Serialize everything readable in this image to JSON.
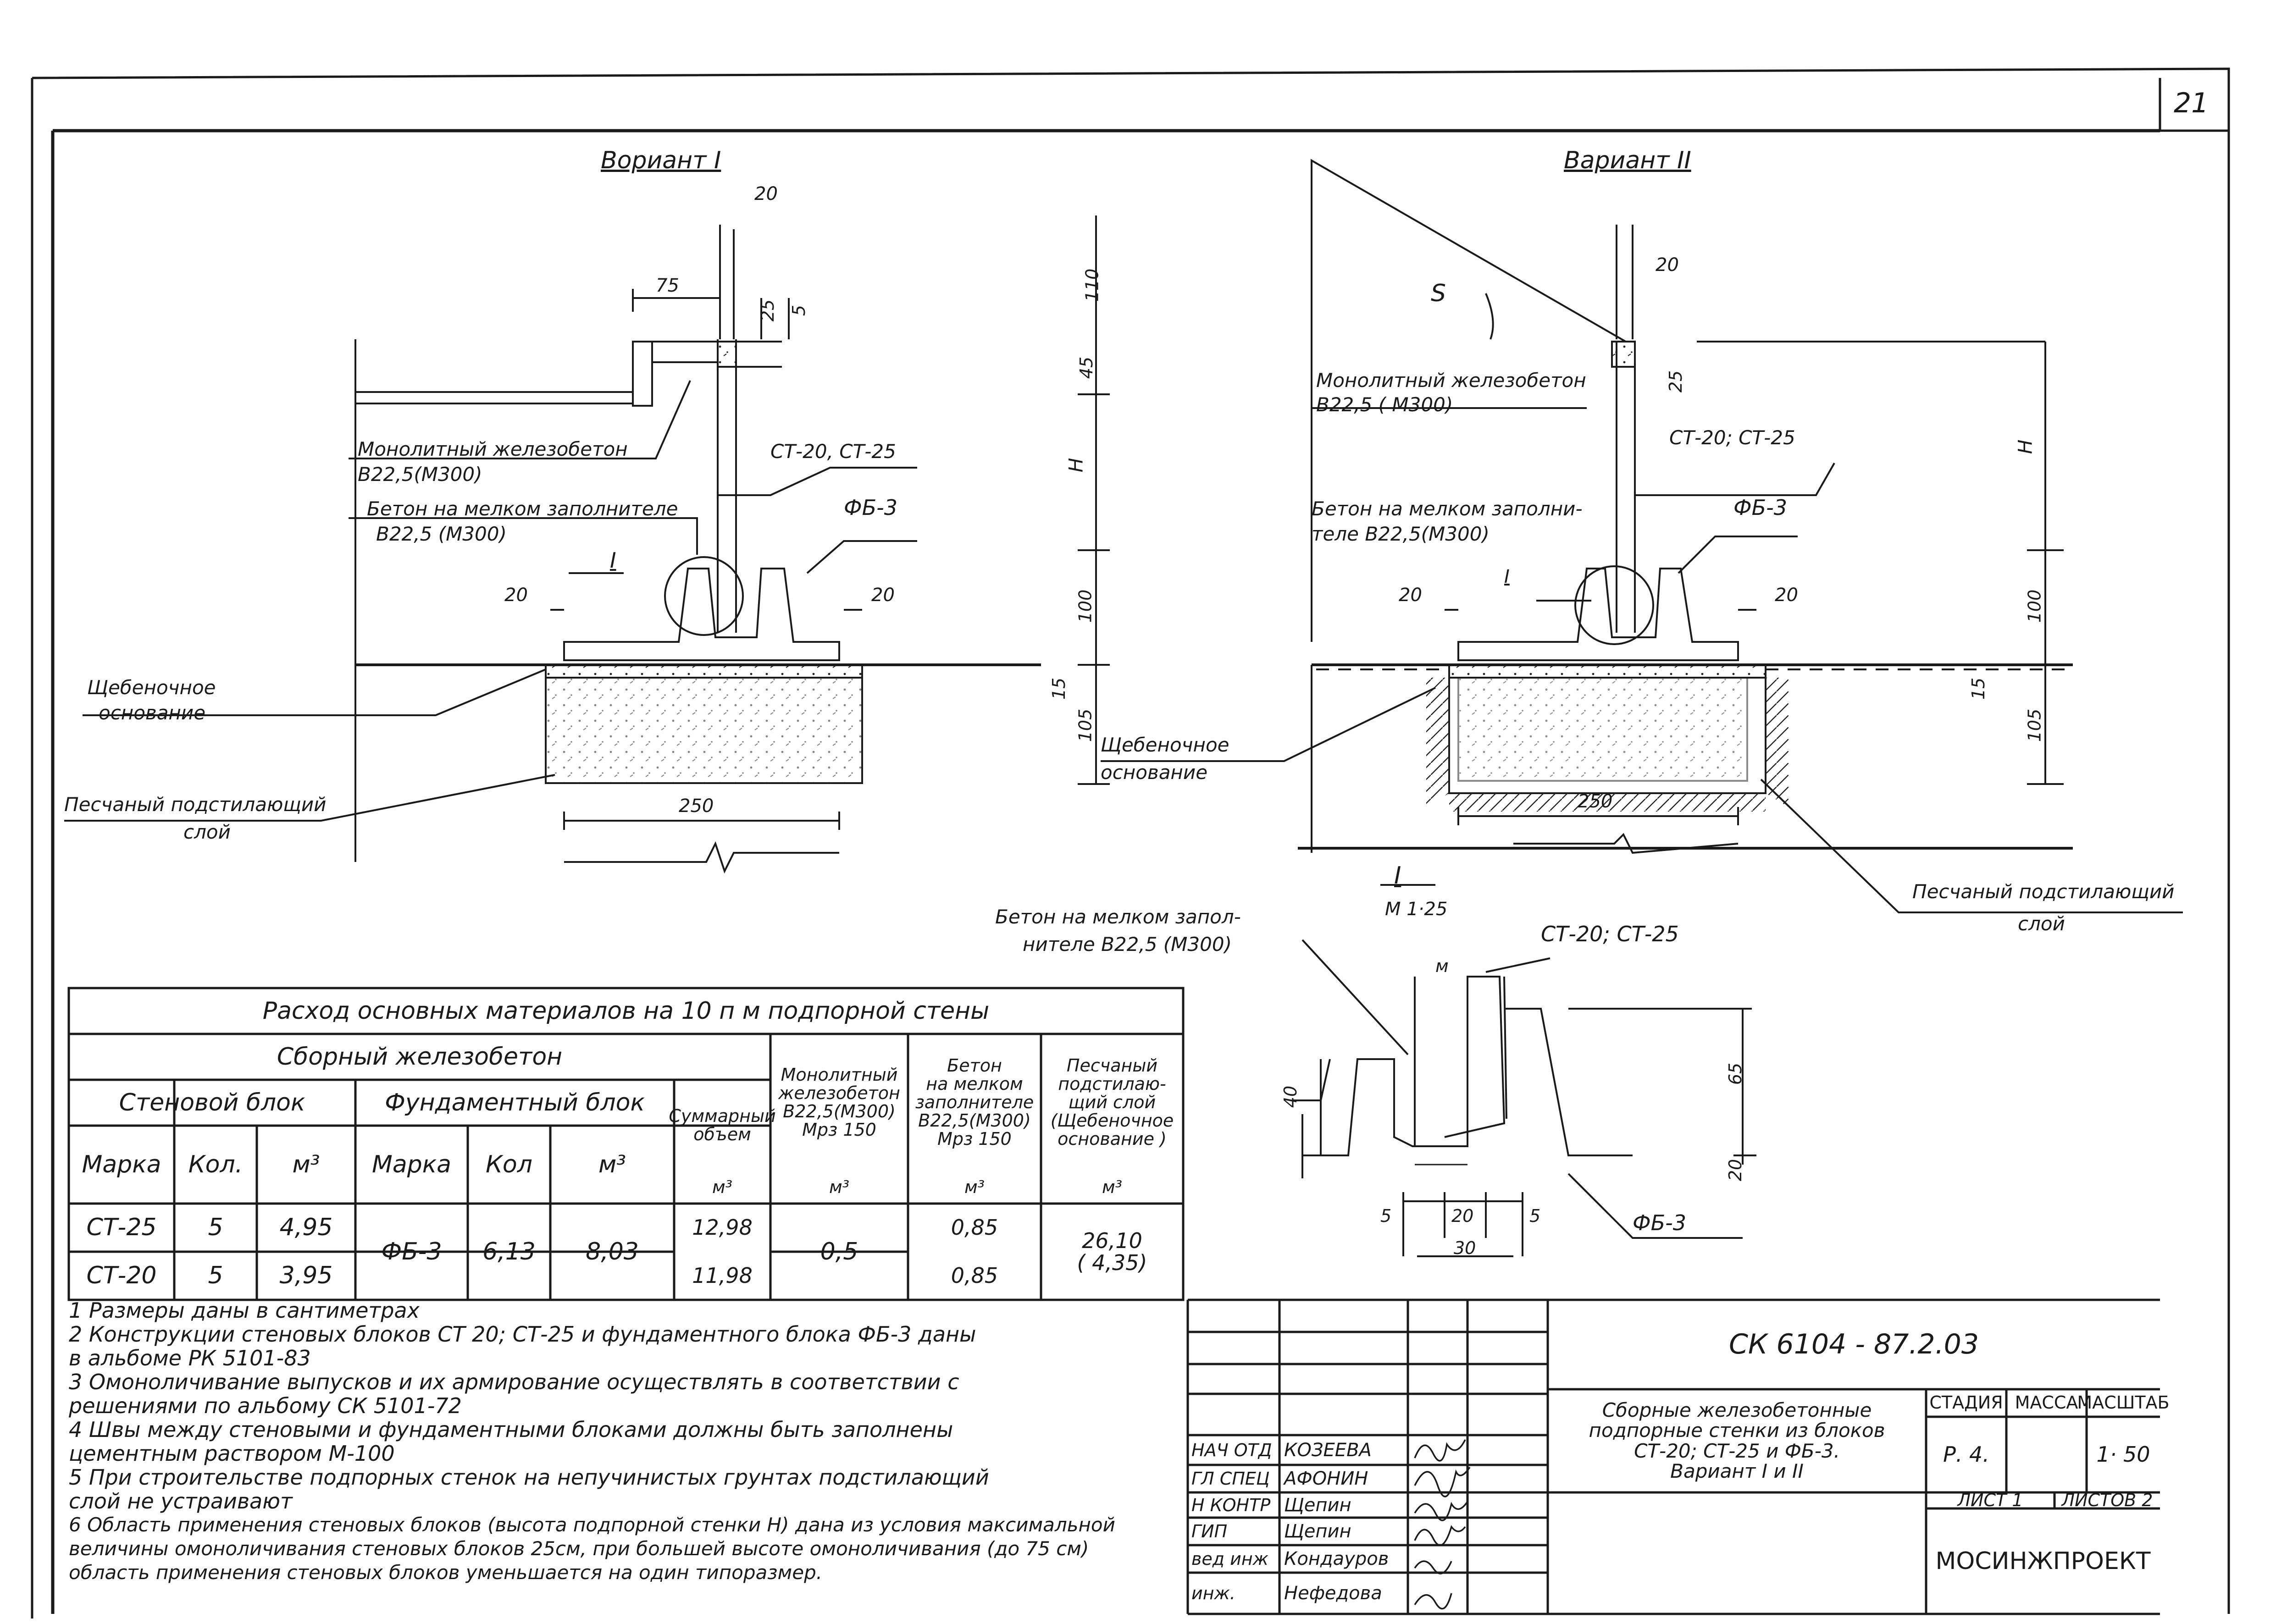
{
  "sheet": {
    "number": "21"
  },
  "variant1": {
    "title": "Вориант I",
    "dims": {
      "top_20": "20",
      "d75": "75",
      "d25": "25",
      "d5": "5",
      "d110": "110",
      "d45": "45",
      "h": "H",
      "d100": "100",
      "d20_left": "20",
      "d20_right": "20",
      "d15": "15",
      "d105": "105",
      "d250": "250"
    },
    "labels": {
      "monolith": "Монолитный железобетон",
      "monolith_grade": "В22,5(М300)",
      "concrete_fine": "Бетон на мелком заполнителе",
      "concrete_fine_grade": "В22,5 (М300)",
      "walls": "СТ-20, СТ-25",
      "fb": "ФБ-3",
      "section_mark": "I",
      "gravel_1": "Щебеночное",
      "gravel_2": "основание",
      "sand_1": "Песчаный подстилающий",
      "sand_2": "слой"
    }
  },
  "variant2": {
    "title": "Вариант II",
    "dims": {
      "top_20": "20",
      "d25": "25",
      "h": "H",
      "d100": "100",
      "d20_left": "20",
      "d20_right": "20",
      "d15": "15",
      "d105": "105",
      "d250": "250",
      "angle": "S"
    },
    "labels": {
      "monolith": "Монолитный железобетон",
      "monolith_grade": "В22,5 ( М300)",
      "walls": "СТ-20; СТ-25",
      "concrete_1": "Бетон на мелком заполни-",
      "concrete_2": "теле   В22,5(М300)",
      "fb": "ФБ-3",
      "section_mark": "I",
      "gravel_1": "Щебеночное",
      "gravel_2": "основание",
      "sand_1": "Песчаный подстилающий",
      "sand_2": "слой"
    }
  },
  "detail": {
    "title": "I",
    "scale": "М 1·25",
    "concrete_1": "Бетон на мелком запол-",
    "concrete_2": "нителе  В22,5 (М300)",
    "walls": "СТ-20; СТ-25",
    "fb": "ФБ-3",
    "dims": {
      "d40": "40",
      "d65": "65",
      "d20_right": "20",
      "d5_left": "5",
      "d20_mid": "20",
      "d5_right": "5",
      "d30": "30",
      "m": "м"
    }
  },
  "materials_table": {
    "title": "Расход основных материалов на 10 п м подпорной стены",
    "group_precast": "Сборный железобетон",
    "group_wall": "Стеновой блок",
    "group_found": "Фундаментный блок",
    "headers": {
      "mark": "Марка",
      "qty": "Кол.",
      "vol": "м³",
      "mark2": "Марка",
      "qty2": "Кол",
      "vol2": "м³",
      "total": "Суммарный\nобъем",
      "total_unit": "м³",
      "monolith": "Монолитный\nжелезобетон\nВ22,5(М300)\nМрз 150",
      "monolith_unit": "м³",
      "concrete": "Бетон\nна мелком\nзаполнителе\nВ22,5(М300)\nМрз 150",
      "concrete_unit": "м³",
      "sand": "Песчаный\nподстилаю-\nщий слой\n(Щебеночное\nоснование )",
      "sand_unit": "м³"
    },
    "rows": [
      {
        "mark": "СТ-25",
        "qty": "5",
        "vol": "4,95",
        "total": "12,98",
        "concrete": "0,85"
      },
      {
        "mark": "СТ-20",
        "qty": "5",
        "vol": "3,95",
        "total": "11,98",
        "concrete": "0,85"
      }
    ],
    "merged": {
      "fb_mark": "ФБ-3",
      "fb_qty": "6,13",
      "fb_vol": "8,03",
      "monolith": "0,5",
      "sand": "26,10\n( 4,35)"
    }
  },
  "notes": [
    "1 Размеры   даны   в   сантиметрах",
    "2 Конструкции  стеновых  блоков  СТ 20; СТ-25  и  фундаментного  блока  ФБ-3   даны",
    "   в  альбоме   РК  5101-83",
    "3 Омоноличивание  выпусков  и  их  армирование  осуществлять  в  соответствии  с",
    "   решениями  по  альбому   СК  5101-72",
    "4 Швы  между  стеновыми  и  фундаментными  блоками  должны  быть  заполнены",
    "   цементным  раствором  М-100",
    "5 При  строительстве  подпорных  стенок  на  непучинистых  грунтах  подстилающий",
    "   слой  не  устраивают",
    "6 Область  применения  стеновых  блоков (высота  подпорной  стенки H)  дана  из  условия  максимальной",
    "величины  омоноличивания  стеновых  блоков 25см,  при  большей  высоте  омоноличивания  (до  75 см)",
    "область  применения   стеновых  блоков  уменьшается  на  один   типоразмер."
  ],
  "title_block": {
    "code": "СК 6104 - 87.2.03",
    "description": "Сборные  железобетонные\nподпорные  стенки  из  блоков\nСТ-20; СТ-25  и  ФБ-3.\nВариант  I и II",
    "stage_h": "СТАДИЯ",
    "mass_h": "МАССА",
    "scale_h": "МАСШТАБ",
    "stage": "Р. 4.",
    "mass": "",
    "scale": "1· 50",
    "sheet": "ЛИСТ 1",
    "sheets": "ЛИСТОВ 2",
    "org": "МОСИНЖПРОЕКТ",
    "people": [
      {
        "role": "НАЧ ОТД",
        "name": "КОЗЕЕВА"
      },
      {
        "role": "ГЛ СПЕЦ",
        "name": "АФОНИН"
      },
      {
        "role": "Н КОНТР",
        "name": "Щепин"
      },
      {
        "role": "ГИП",
        "name": "Щепин"
      },
      {
        "role": "вед инж",
        "name": "Кондауров"
      },
      {
        "role": "инж.",
        "name": "Нефедова"
      }
    ]
  }
}
